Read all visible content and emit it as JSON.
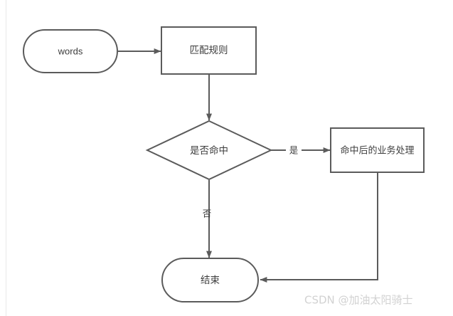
{
  "diagram": {
    "title": "matching-rule-flowchart",
    "stroke_color": "#5b5b5b",
    "text_color": "#3d3d3d",
    "background_color": "#ffffff",
    "nodes": [
      {
        "id": "start",
        "shape": "stadium",
        "label": "words"
      },
      {
        "id": "rule",
        "shape": "rectangle",
        "label": "匹配规则"
      },
      {
        "id": "decision",
        "shape": "diamond",
        "label": "是否命中"
      },
      {
        "id": "business",
        "shape": "rectangle",
        "label": "命中后的业务处理"
      },
      {
        "id": "end",
        "shape": "stadium",
        "label": "结束"
      }
    ],
    "edges": [
      {
        "id": "e1",
        "from": "start",
        "to": "rule",
        "label": ""
      },
      {
        "id": "e2",
        "from": "rule",
        "to": "decision",
        "label": ""
      },
      {
        "id": "e3",
        "from": "decision",
        "to": "business",
        "label": "是"
      },
      {
        "id": "e4",
        "from": "decision",
        "to": "end",
        "label": "否"
      },
      {
        "id": "e5",
        "from": "business",
        "to": "end",
        "label": ""
      }
    ]
  },
  "watermark": {
    "text": "CSDN @加油太阳骑士"
  }
}
